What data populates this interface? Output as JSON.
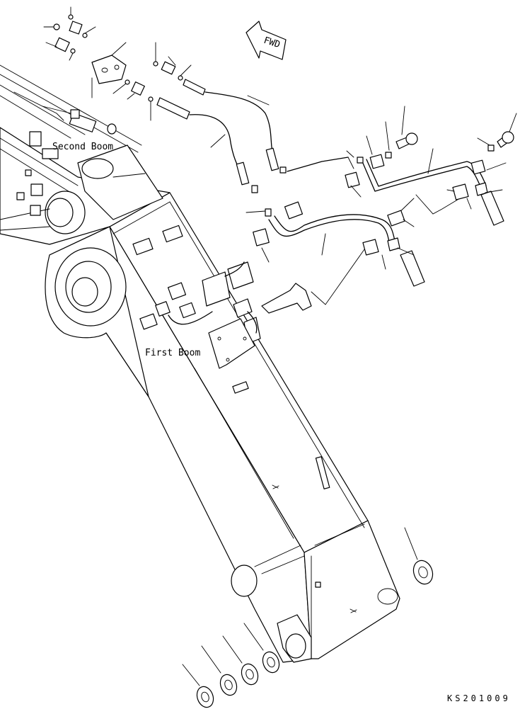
{
  "labels": {
    "second_boom": "Second Boom",
    "first_boom": "First Boom",
    "direction": "FWD",
    "drawing_code": "KS201009"
  }
}
